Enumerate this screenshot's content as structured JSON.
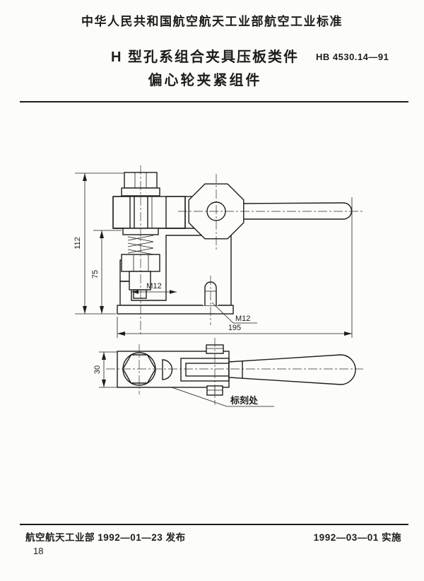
{
  "header": {
    "standard_org_line": "中华人民共和国航空航天工业部航空工业标准"
  },
  "title": {
    "line1": "H 型孔系组合夹具压板类件",
    "line2": "偏心轮夹紧组件",
    "standard_no": "HB 4530.14—91"
  },
  "drawing": {
    "dims": {
      "overall_height": "112",
      "inner_height": "75",
      "thread_slot": "M12",
      "overall_length": "195",
      "thread_hole": "M12",
      "body_width": "30"
    },
    "notes": {
      "marking_location": "标刻处"
    }
  },
  "footer": {
    "issued": "航空航天工业部 1992—01—23 发布",
    "effective": "1992—03—01 实施",
    "page_number": "18"
  },
  "colors": {
    "ink": "#1d1d1b",
    "paper": "#fcfcf9"
  }
}
